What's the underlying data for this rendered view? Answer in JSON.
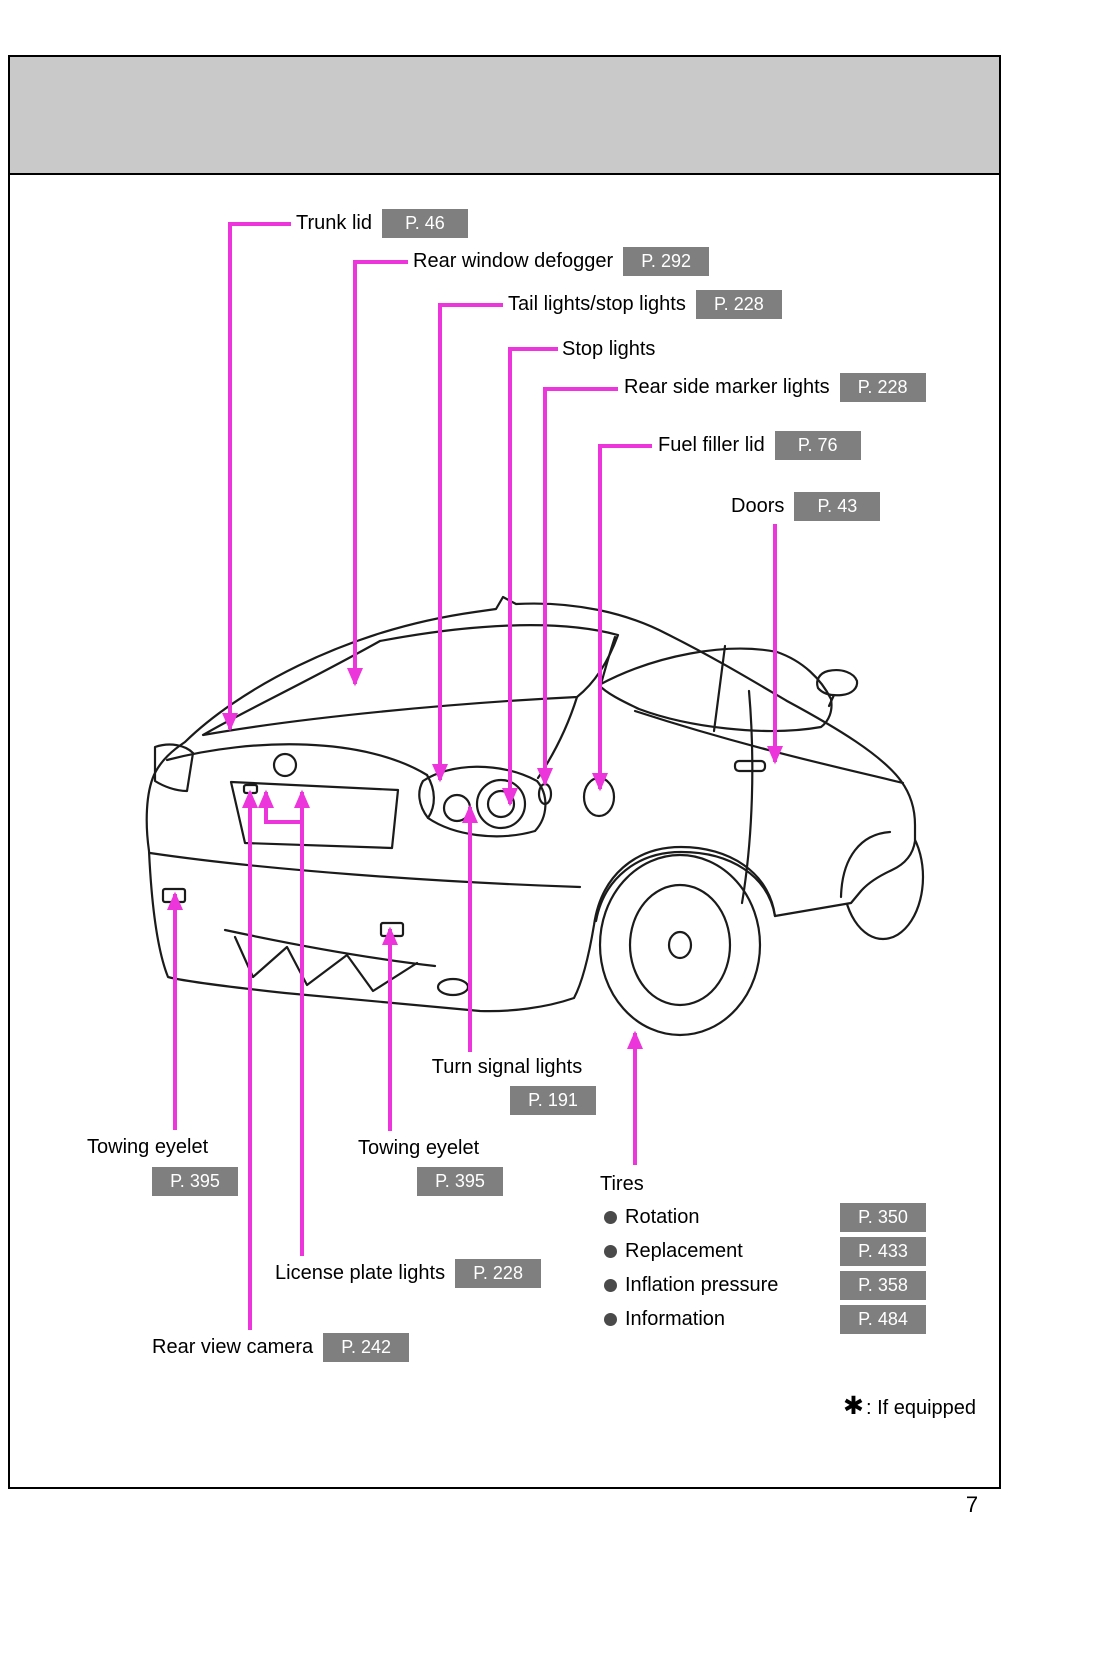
{
  "colors": {
    "arrow_magenta": "#EC35DB",
    "ref_box_bg": "#7F7F7F",
    "ref_box_text": "#FFFFFF",
    "header_band": "#C9C9C9"
  },
  "footer": {
    "page_number": "7"
  },
  "footnote": {
    "symbol": "✱",
    "text": ": If equipped"
  },
  "callouts": {
    "trunk_lid": {
      "label": "Trunk lid",
      "ref": "P. 46"
    },
    "rear_window_defogger": {
      "label": "Rear window defogger",
      "ref": "P. 292"
    },
    "tail_stop_lights": {
      "label": "Tail lights/stop lights",
      "ref": "P. 228"
    },
    "stop_lights": {
      "label": "Stop lights"
    },
    "rear_side_marker_lights": {
      "label": "Rear side marker lights",
      "ref": "P. 228"
    },
    "fuel_filler_lid": {
      "label": "Fuel filler lid",
      "ref": "P. 76"
    },
    "doors": {
      "label": "Doors",
      "ref": "P. 43"
    },
    "turn_signal_lights": {
      "label": "Turn signal lights",
      "ref": "P. 191"
    },
    "towing_eyelet_left": {
      "label": "Towing eyelet",
      "ref": "P. 395"
    },
    "towing_eyelet_center": {
      "label": "Towing eyelet",
      "ref": "P. 395"
    },
    "license_plate_lights": {
      "label": "License plate lights",
      "ref": "P. 228"
    },
    "rear_view_camera": {
      "label": "Rear view camera",
      "ref": "P. 242"
    }
  },
  "tires": {
    "label": "Tires",
    "items": [
      {
        "label": "Rotation",
        "ref": "P. 350"
      },
      {
        "label": "Replacement",
        "ref": "P. 433"
      },
      {
        "label": "Inflation pressure",
        "ref": "P. 358"
      },
      {
        "label": "Information",
        "ref": "P. 484"
      }
    ]
  }
}
